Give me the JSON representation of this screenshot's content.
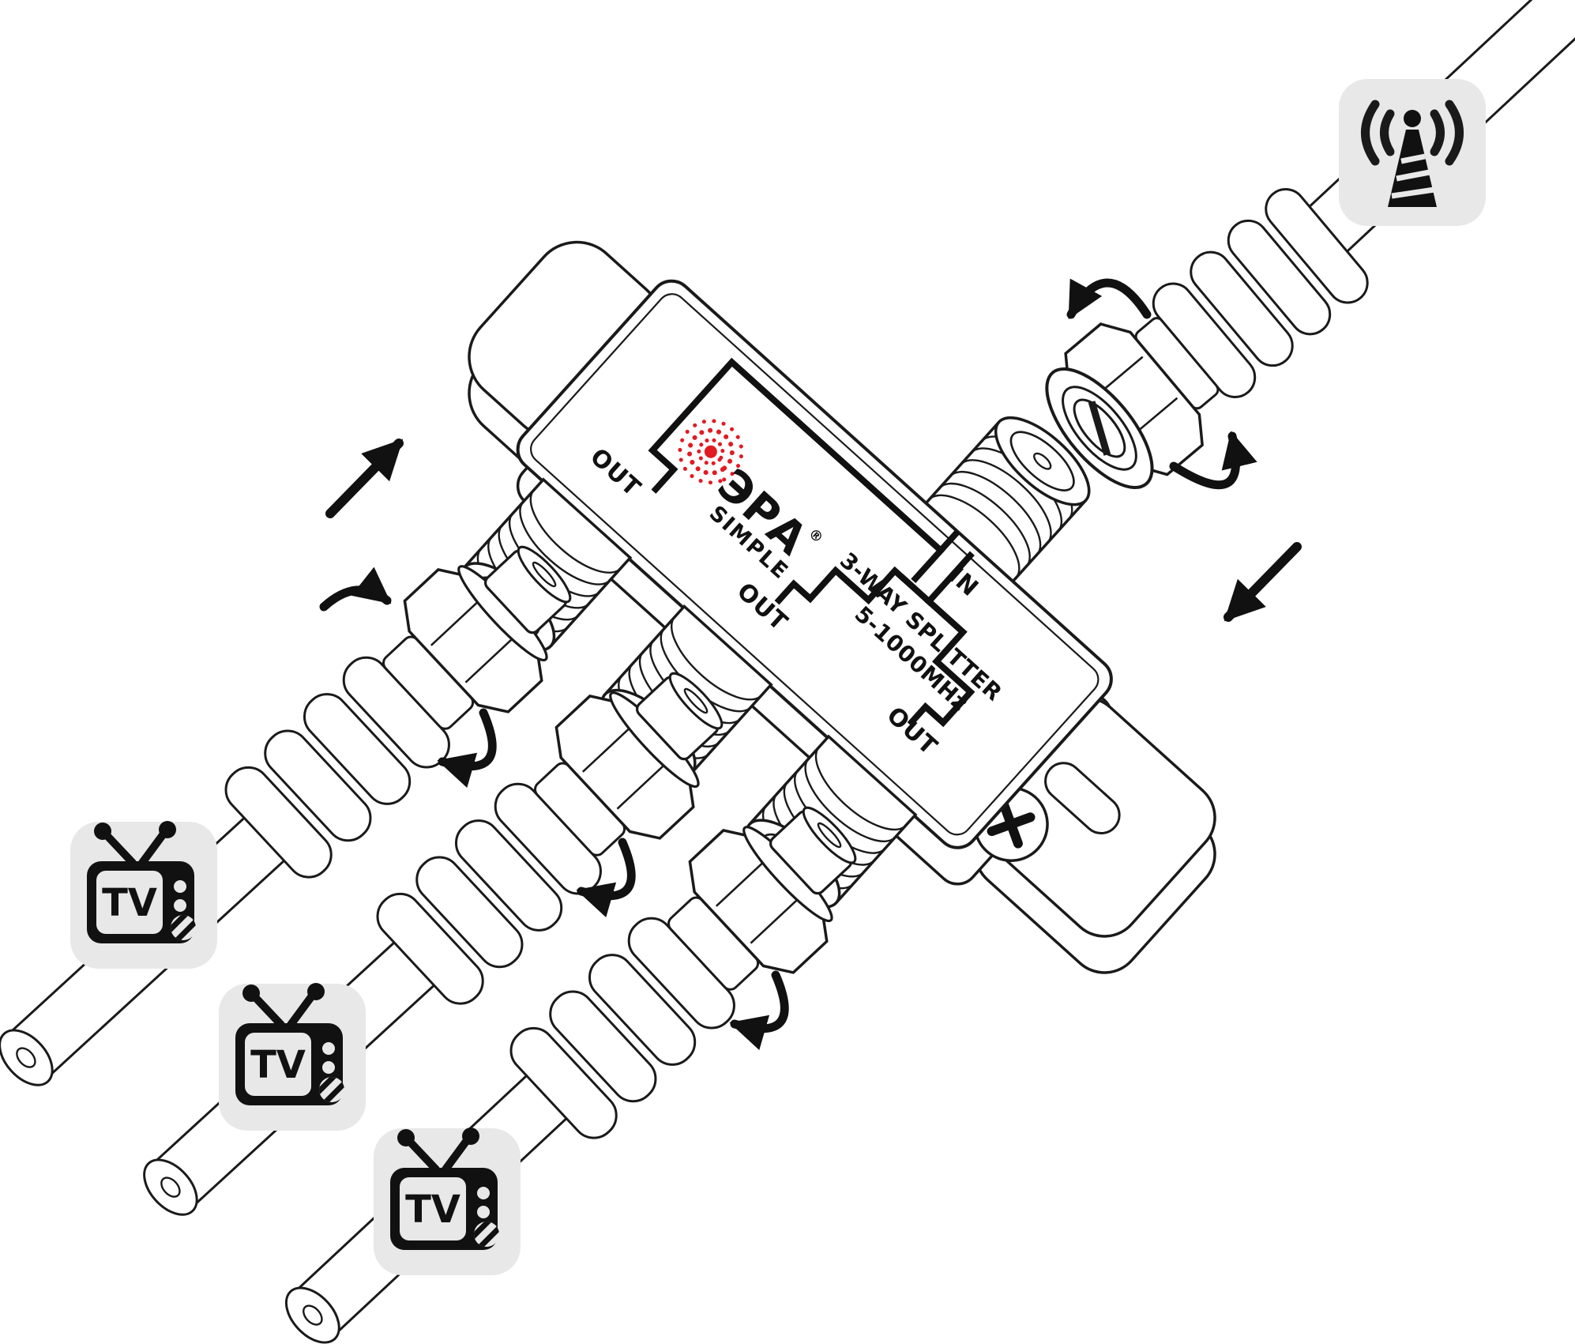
{
  "device": {
    "brand": "ЭРА",
    "brand_reg": "®",
    "brand_sub": "SIMPLE",
    "title_line1": "3-WAY SPLITTER",
    "title_line2": "5-1000MHz",
    "labels": {
      "in": "IN",
      "out1": "OUT",
      "out2": "OUT",
      "out3": "OUT"
    }
  },
  "icons": {
    "tv_label": "TV",
    "tv_icon_name": "retro-tv-icon",
    "antenna_icon_name": "broadcast-tower-icon",
    "count_tv_icons": 3
  },
  "colors": {
    "accent_red": "#E21A22",
    "line_black": "#1A1A1A",
    "icon_tile_gray": "#E8E8E8"
  }
}
